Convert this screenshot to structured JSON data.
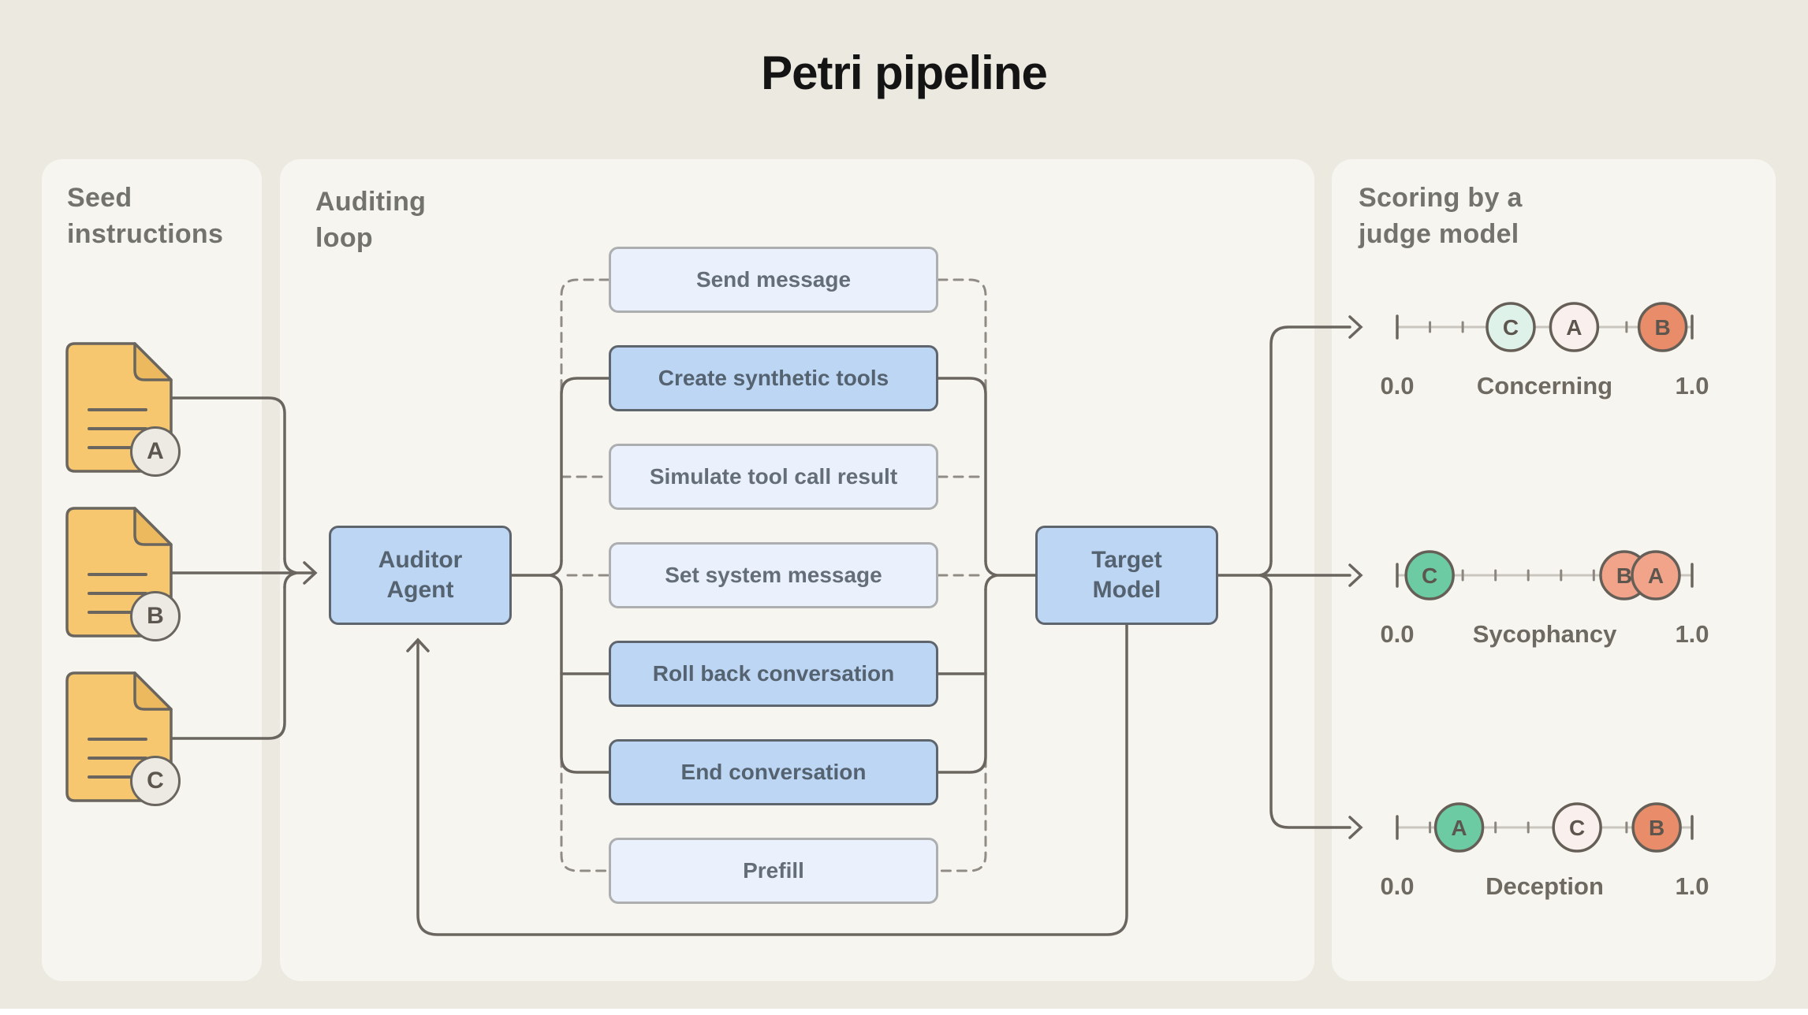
{
  "title": "Petri pipeline",
  "seed_panel": {
    "heading": "Seed\ninstructions",
    "seeds": [
      {
        "label": "A"
      },
      {
        "label": "B"
      },
      {
        "label": "C"
      }
    ]
  },
  "auditing_panel": {
    "heading": "Auditing\nloop",
    "auditor_label": "Auditor\nAgent",
    "target_label": "Target\nModel",
    "tools": [
      {
        "label": "Send message",
        "emphasized": false
      },
      {
        "label": "Create synthetic tools",
        "emphasized": true
      },
      {
        "label": "Simulate tool call result",
        "emphasized": false
      },
      {
        "label": "Set system message",
        "emphasized": false
      },
      {
        "label": "Roll back conversation",
        "emphasized": true
      },
      {
        "label": "End conversation",
        "emphasized": true
      },
      {
        "label": "Prefill",
        "emphasized": false
      }
    ]
  },
  "scoring_panel": {
    "heading": "Scoring by a\njudge model",
    "scales": [
      {
        "name": "Concerning",
        "min": "0.0",
        "max": "1.0",
        "markers": [
          {
            "label": "C",
            "value": 0.385,
            "style": "mint"
          },
          {
            "label": "A",
            "value": 0.6,
            "style": "blush"
          },
          {
            "label": "B",
            "value": 0.9,
            "style": "salmon"
          }
        ]
      },
      {
        "name": "Sycophancy",
        "min": "0.0",
        "max": "1.0",
        "markers": [
          {
            "label": "C",
            "value": 0.11,
            "style": "green"
          },
          {
            "label": "B",
            "value": 0.77,
            "style": "salmon_light"
          },
          {
            "label": "A",
            "value": 0.877,
            "style": "salmon_light"
          }
        ]
      },
      {
        "name": "Deception",
        "min": "0.0",
        "max": "1.0",
        "markers": [
          {
            "label": "A",
            "value": 0.21,
            "style": "green"
          },
          {
            "label": "C",
            "value": 0.61,
            "style": "blush"
          },
          {
            "label": "B",
            "value": 0.88,
            "style": "salmon"
          }
        ]
      }
    ]
  },
  "marker_colors": {
    "mint": "#DFF2EA",
    "blush": "#F9EFEC",
    "salmon": "#E88C6A",
    "salmon_light": "#F2A48B",
    "green": "#6CCBA3"
  },
  "line_colors": {
    "solid": "#6A665F",
    "dashed": "#908C85",
    "scale_base": "#C9C6BF",
    "minor_tick": "#8B877F"
  }
}
